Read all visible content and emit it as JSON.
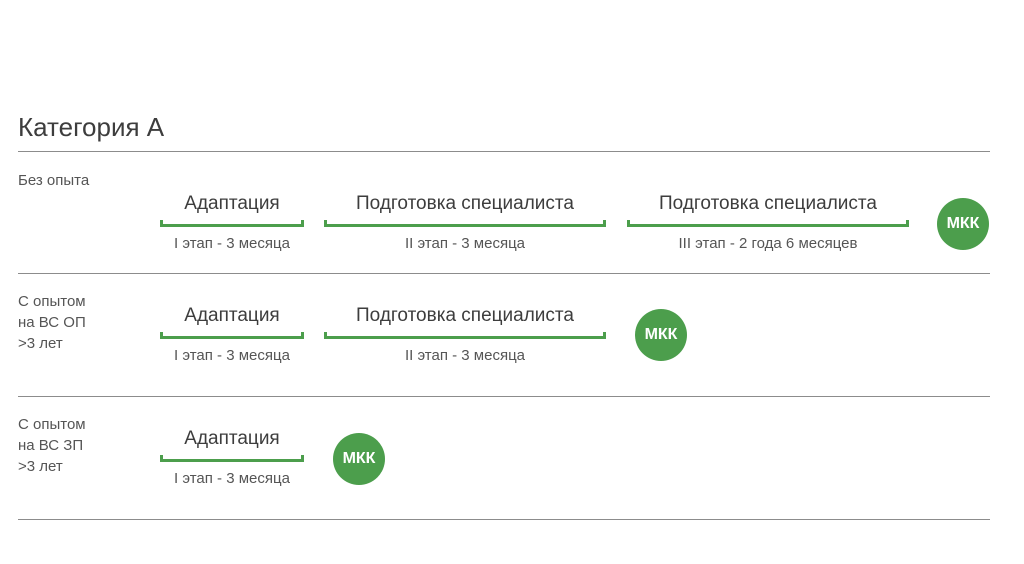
{
  "title": "Категория А",
  "rows": [
    {
      "label_lines": [
        "Без опыта"
      ],
      "stages": [
        {
          "name": "Адаптация",
          "sub": "I этап - 3 месяца"
        },
        {
          "name": "Подготовка специалиста",
          "sub": "II этап - 3 месяца"
        },
        {
          "name": "Подготовка специалиста",
          "sub": "III этап - 2 года 6 месяцев"
        }
      ],
      "badge": "МКК"
    },
    {
      "label_lines": [
        "С опытом",
        "на ВС ОП",
        ">3 лет"
      ],
      "stages": [
        {
          "name": "Адаптация",
          "sub": "I этап - 3 месяца"
        },
        {
          "name": "Подготовка специалиста",
          "sub": "II этап - 3 месяца"
        }
      ],
      "badge": "МКК"
    },
    {
      "label_lines": [
        "С опытом",
        "на ВС ЗП",
        ">3 лет"
      ],
      "stages": [
        {
          "name": "Адаптация",
          "sub": "I этап - 3 месяца"
        }
      ],
      "badge": "МКК"
    }
  ],
  "colors": {
    "accent": "#4c9e4c",
    "divider": "#8c8c8c"
  }
}
